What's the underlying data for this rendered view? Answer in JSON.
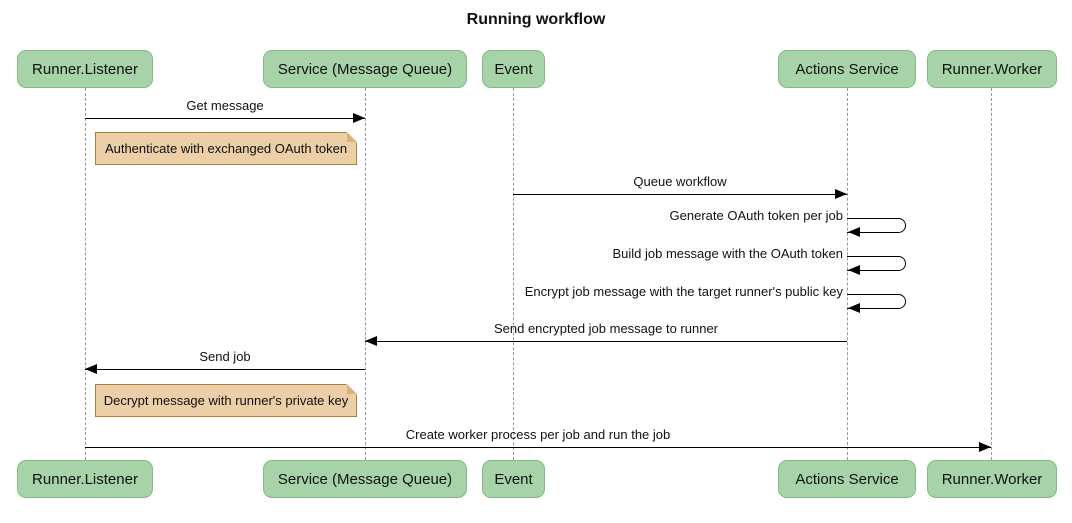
{
  "title": "Running workflow",
  "diagram_type": "sequence",
  "colors": {
    "actor-fill": "#a7d3a9",
    "actor-border": "#84b986",
    "note-fill": "#eccfa6",
    "note-border": "#a97f3e",
    "note-fold": "#d9b37e",
    "line": "#000000",
    "lifeline": "#999999",
    "text": "#111111",
    "bg": "#ffffff"
  },
  "actors": [
    {
      "id": "runner-listener",
      "label": "Runner.Listener"
    },
    {
      "id": "service-message-queue",
      "label": "Service (Message Queue)"
    },
    {
      "id": "event",
      "label": "Event"
    },
    {
      "id": "actions-service",
      "label": "Actions Service"
    },
    {
      "id": "runner-worker",
      "label": "Runner.Worker"
    }
  ],
  "messages": [
    {
      "from": "Runner.Listener",
      "to": "Service (Message Queue)",
      "type": "solid-arrow-right",
      "text": "Get message"
    },
    {
      "from": "Event",
      "to": "Actions Service",
      "type": "solid-arrow-right",
      "text": "Queue workflow"
    },
    {
      "from": "Actions Service",
      "to": "Actions Service",
      "type": "self-loop",
      "text": "Generate OAuth token per job"
    },
    {
      "from": "Actions Service",
      "to": "Actions Service",
      "type": "self-loop",
      "text": "Build job message with the OAuth token"
    },
    {
      "from": "Actions Service",
      "to": "Actions Service",
      "type": "self-loop",
      "text": "Encrypt job message with the target runner's public key"
    },
    {
      "from": "Actions Service",
      "to": "Service (Message Queue)",
      "type": "solid-arrow-left",
      "text": "Send encrypted job message to runner"
    },
    {
      "from": "Service (Message Queue)",
      "to": "Runner.Listener",
      "type": "solid-arrow-left",
      "text": "Send job"
    },
    {
      "from": "Runner.Listener",
      "to": "Runner.Worker",
      "type": "solid-arrow-right",
      "text": "Create worker process per job and run the job"
    }
  ],
  "notes": [
    {
      "over": "Runner.Listener",
      "text": "Authenticate with exchanged OAuth token"
    },
    {
      "over": "Runner.Listener",
      "text": "Decrypt message with runner's private key"
    }
  ]
}
